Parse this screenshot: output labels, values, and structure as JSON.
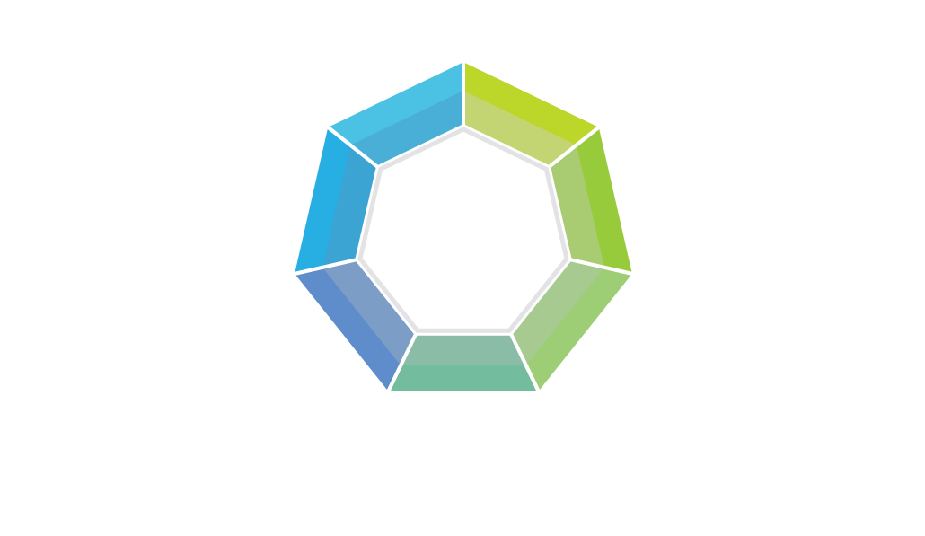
{
  "diagram": {
    "type": "heptagon-segmented-ring",
    "segment_count": 7,
    "segments": [
      {
        "id": "top-right",
        "color": "#bdd62a",
        "inner_color": "#c3d472"
      },
      {
        "id": "right",
        "color": "#98cb3c",
        "inner_color": "#a9cb72"
      },
      {
        "id": "bottom-right",
        "color": "#9dce76",
        "inner_color": "#a6ca90"
      },
      {
        "id": "bottom",
        "color": "#74bc9e",
        "inner_color": "#8abca8"
      },
      {
        "id": "bottom-left",
        "color": "#5f8cca",
        "inner_color": "#7b9dc6"
      },
      {
        "id": "left",
        "color": "#27aee2",
        "inner_color": "#3ba4d3"
      },
      {
        "id": "top-left",
        "color": "#4bc2e4",
        "inner_color": "#49afd6"
      }
    ],
    "center_color": "#ffffff",
    "ring_border_color": "#e3e3e5"
  }
}
